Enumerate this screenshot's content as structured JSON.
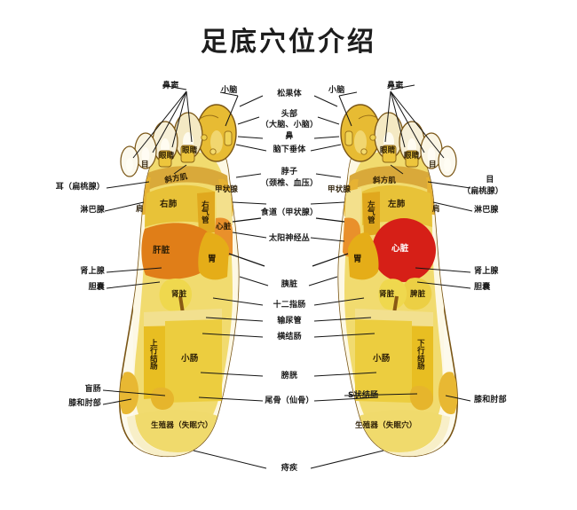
{
  "title": "足底穴位介绍",
  "palette": {
    "outline": "#6b4a12",
    "skin_light": "#f7f1d8",
    "skin_pale": "#fdfaec",
    "yellow": "#e9c021",
    "yellow_deep": "#dcae10",
    "gold": "#f0cf4a",
    "gold_pale": "#f5e08a",
    "orange": "#e8922a",
    "orange_deep": "#e07a16",
    "red": "#d61f17",
    "brown": "#8a5a14",
    "cream": "#f3e7b4",
    "line": "#151515",
    "text": "#1a1a1a"
  },
  "callouts": {
    "left_side": [
      {
        "name": "eye-tonsil",
        "text": "耳（扁桃腺）"
      },
      {
        "name": "lymph-gland",
        "text": "淋巴腺"
      },
      {
        "name": "adrenal-gland",
        "text": "肾上腺"
      },
      {
        "name": "gallbladder",
        "text": "胆囊"
      },
      {
        "name": "cecum",
        "text": "盲肠"
      },
      {
        "name": "knee-elbow",
        "text": "膝和肘部"
      }
    ],
    "right_side": [
      {
        "name": "eye-tonsil",
        "text": "目\n（扁桃腺）"
      },
      {
        "name": "lymph-gland",
        "text": "淋巴腺"
      },
      {
        "name": "adrenal-gland",
        "text": "肾上腺"
      },
      {
        "name": "gallbladder",
        "text": "胆囊"
      },
      {
        "name": "knee-elbow",
        "text": "膝和肘部"
      }
    ],
    "top": [
      {
        "name": "sinus-left",
        "text": "鼻窦"
      },
      {
        "name": "cerebellum-left",
        "text": "小脑"
      },
      {
        "name": "cerebellum-right",
        "text": "小脑"
      },
      {
        "name": "sinus-right",
        "text": "鼻窦"
      }
    ],
    "center": [
      {
        "name": "pineal-gland",
        "text": "松果体"
      },
      {
        "name": "head-brain",
        "text": "头部"
      },
      {
        "name": "head-brain-sub",
        "text": "（大脑、小脑）"
      },
      {
        "name": "nose",
        "text": "鼻"
      },
      {
        "name": "pituitary",
        "text": "脑下垂体"
      },
      {
        "name": "neck",
        "text": "脖子"
      },
      {
        "name": "neck-sub",
        "text": "（颈椎、血压）"
      },
      {
        "name": "esophagus-thyroid",
        "text": "食道（甲状腺）"
      },
      {
        "name": "solar-plexus",
        "text": "太阳神经丛"
      },
      {
        "name": "pancreas",
        "text": "胰脏"
      },
      {
        "name": "duodenum",
        "text": "十二指肠"
      },
      {
        "name": "ureter",
        "text": "输尿管"
      },
      {
        "name": "transverse-colon",
        "text": "横结肠"
      },
      {
        "name": "bladder",
        "text": "膀胱"
      },
      {
        "name": "coccyx",
        "text": "尾骨（仙骨）"
      },
      {
        "name": "hemorrhoids",
        "text": "痔疾"
      },
      {
        "name": "sigmoid-colon",
        "text": "S状结肠"
      }
    ]
  },
  "zones": {
    "left_foot": [
      {
        "name": "eye-toe",
        "text": "眼睛"
      },
      {
        "name": "eye-toe-2",
        "text": "眼睛"
      },
      {
        "name": "eye-small",
        "text": "目"
      },
      {
        "name": "trapezius",
        "text": "斜方肌"
      },
      {
        "name": "shoulder",
        "text": "肩"
      },
      {
        "name": "right-lung",
        "text": "右肺"
      },
      {
        "name": "right-bronchus",
        "text": "右气管"
      },
      {
        "name": "thyroid",
        "text": "甲状腺"
      },
      {
        "name": "heart-zone",
        "text": "心脏"
      },
      {
        "name": "liver",
        "text": "肝脏"
      },
      {
        "name": "stomach",
        "text": "胃"
      },
      {
        "name": "kidney",
        "text": "肾脏"
      },
      {
        "name": "ascending-colon",
        "text": "上行结肠"
      },
      {
        "name": "small-intestine",
        "text": "小肠"
      },
      {
        "name": "genitals-insomnia",
        "text": "生殖器（失眠穴）"
      }
    ],
    "right_foot": [
      {
        "name": "eye-toe",
        "text": "眼睛"
      },
      {
        "name": "eye-toe-2",
        "text": "眼睛"
      },
      {
        "name": "eye-small",
        "text": "目"
      },
      {
        "name": "trapezius",
        "text": "斜方肌"
      },
      {
        "name": "shoulder",
        "text": "肩"
      },
      {
        "name": "left-lung",
        "text": "左肺"
      },
      {
        "name": "left-bronchus",
        "text": "左气管"
      },
      {
        "name": "thyroid",
        "text": "甲状腺"
      },
      {
        "name": "heart",
        "text": "心脏"
      },
      {
        "name": "stomach",
        "text": "胃"
      },
      {
        "name": "kidney",
        "text": "肾脏"
      },
      {
        "name": "spleen",
        "text": "脾脏"
      },
      {
        "name": "descending-colon",
        "text": "下行结肠"
      },
      {
        "name": "small-intestine",
        "text": "小肠"
      },
      {
        "name": "genitals-insomnia",
        "text": "生殖器（失眠穴）"
      }
    ]
  }
}
